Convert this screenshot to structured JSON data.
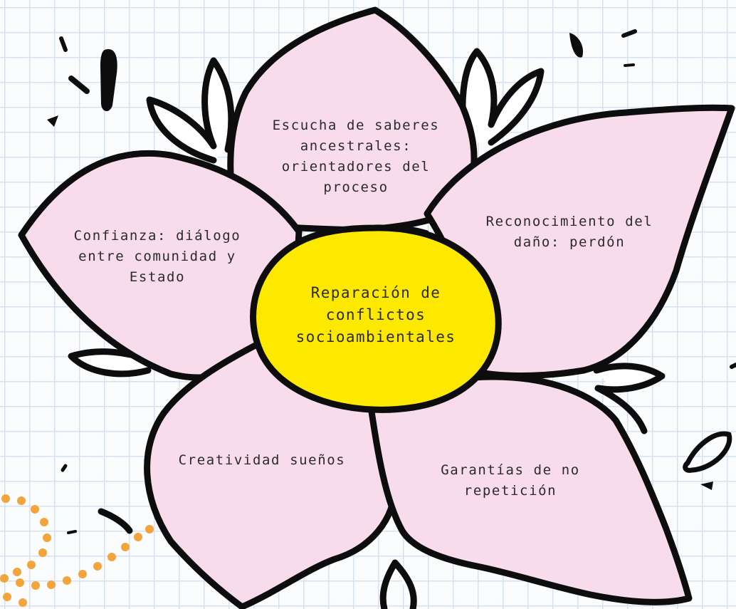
{
  "center": {
    "label": "Reparación de conflictos socioambientales"
  },
  "petals": [
    {
      "label": "Escucha de saberes ancestrales: orientadores del proceso"
    },
    {
      "label": "Reconocimiento del daño: perdón"
    },
    {
      "label": "Garantías de no repetición"
    },
    {
      "label": "Creatividad sueños"
    },
    {
      "label": "Confianza: diálogo entre comunidad y Estado"
    }
  ],
  "colors": {
    "petal_fill": "#f8dcec",
    "center_fill": "#fde800",
    "outline": "#0d0d0d",
    "dots": "#f3a43a",
    "grid": "#d7e2f1"
  }
}
